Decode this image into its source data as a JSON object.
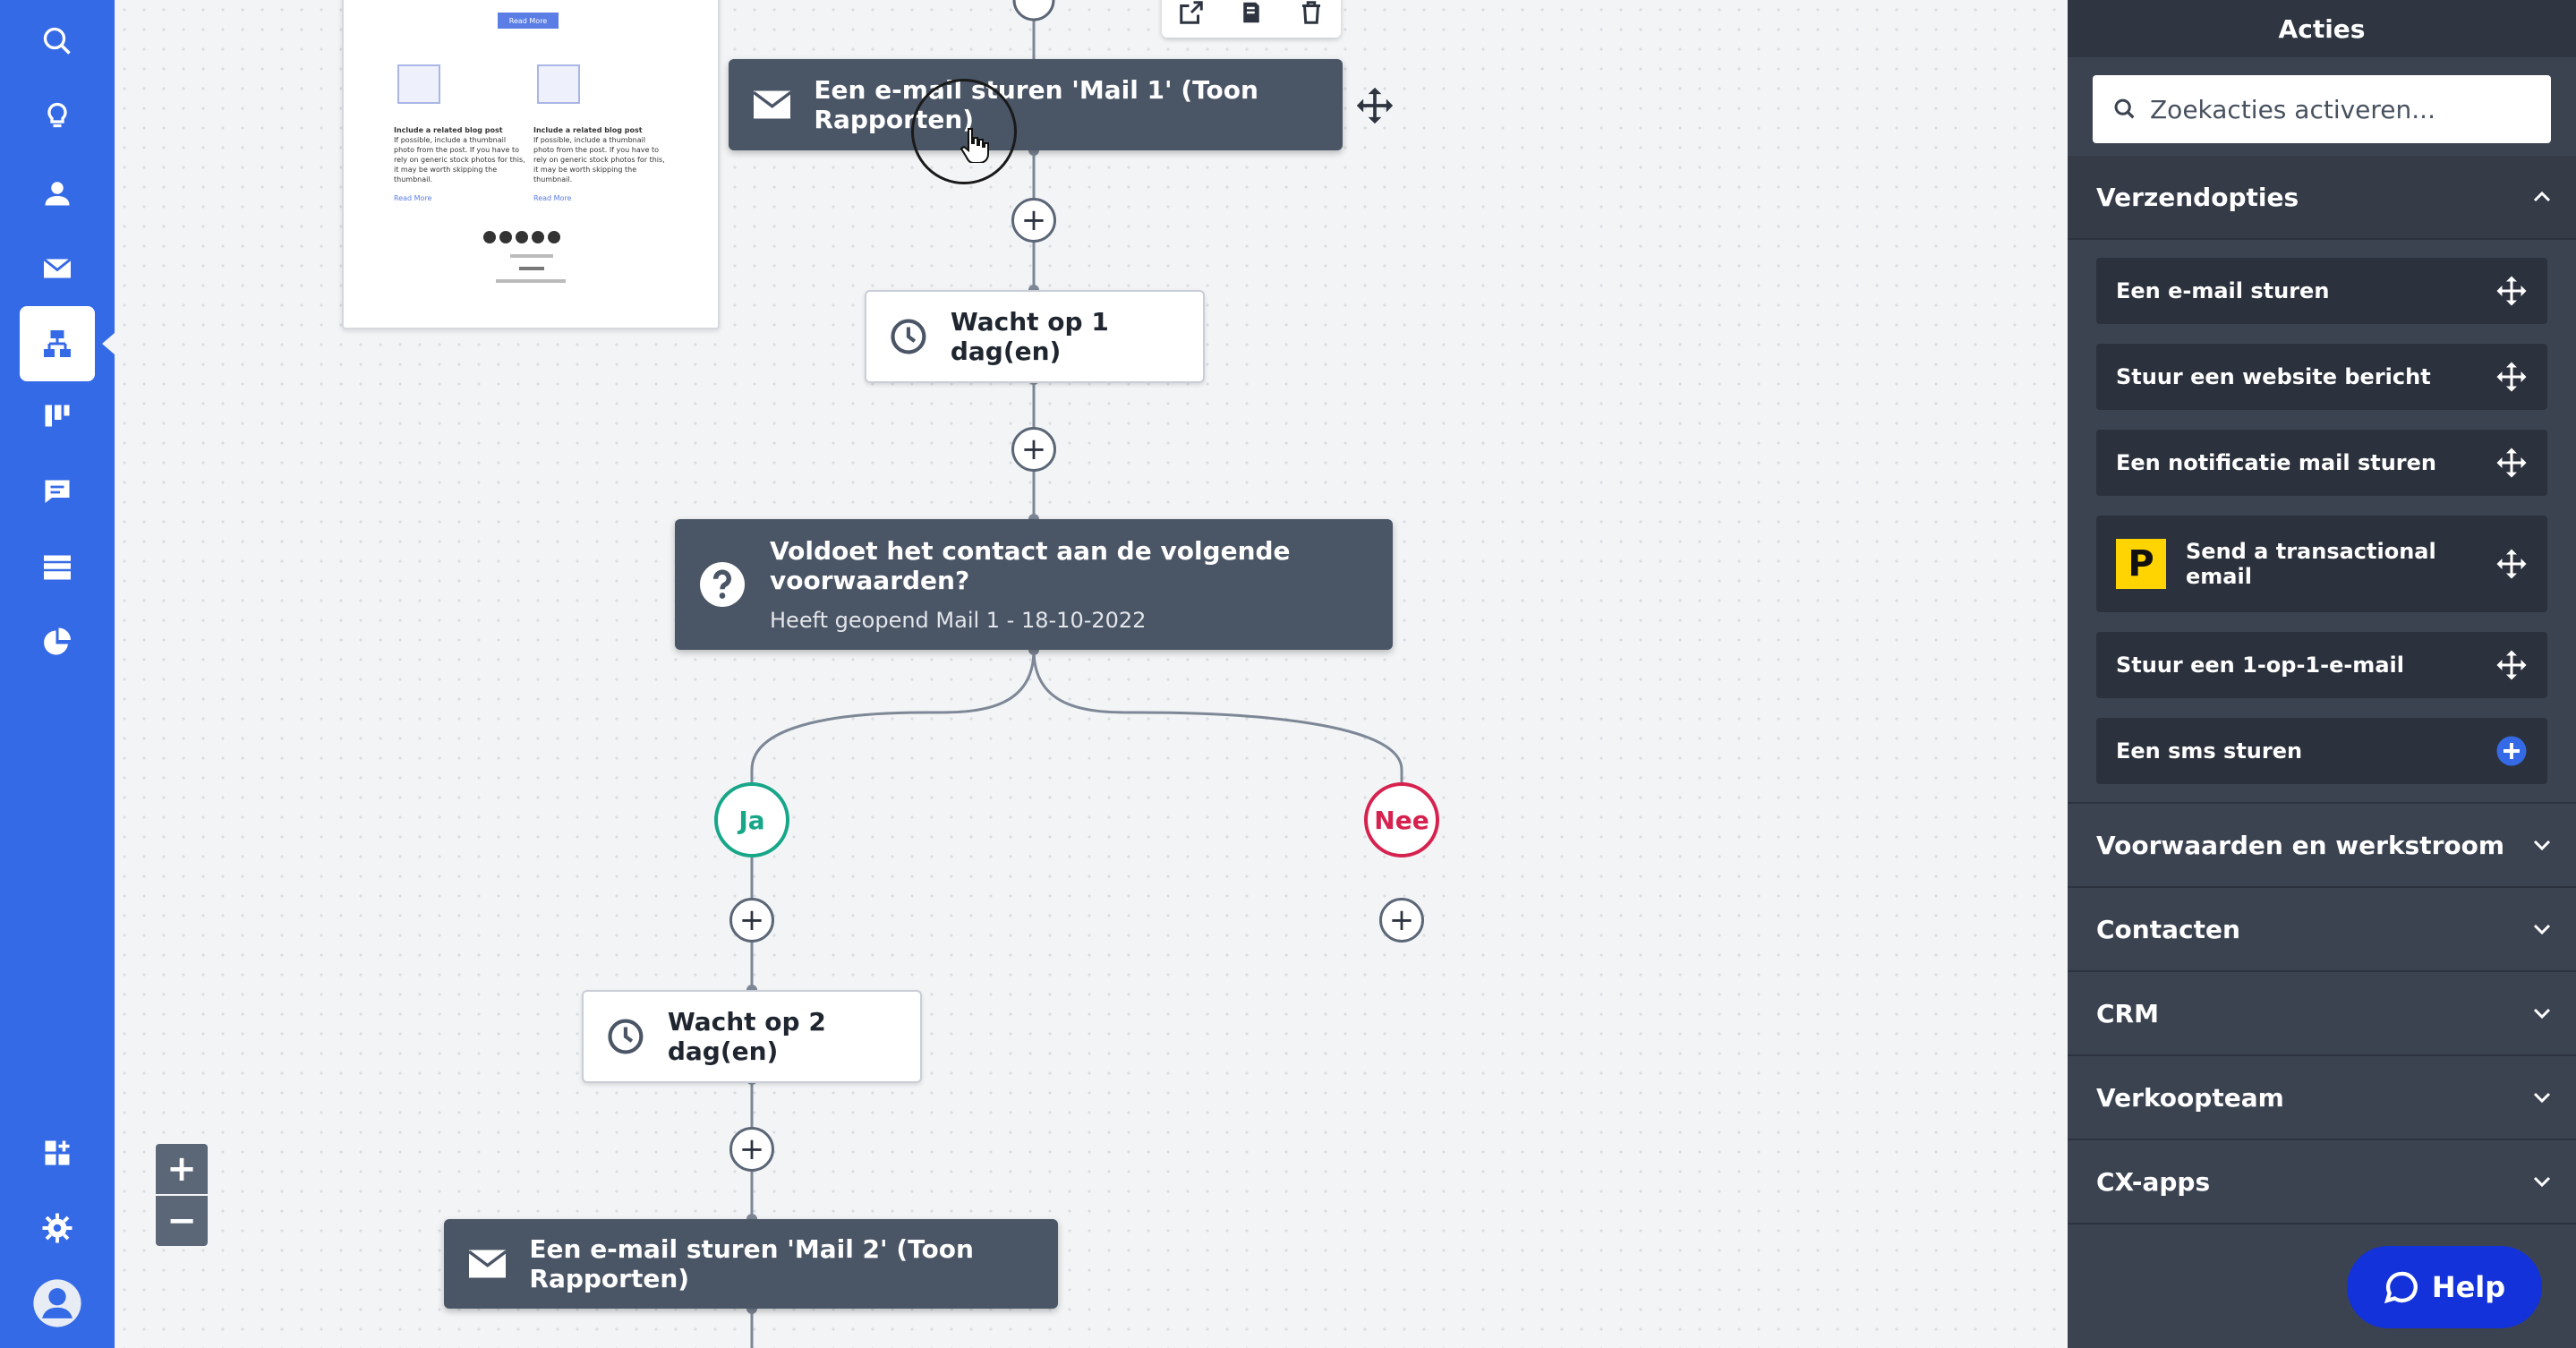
{
  "canvas": {
    "nodes": {
      "mail1": {
        "label": "Een e-mail sturen 'Mail 1' (Toon Rapporten)"
      },
      "wait1": {
        "label": "Wacht op 1 dag(en)"
      },
      "condition": {
        "title": "Voldoet het contact aan de volgende voorwaarden?",
        "subtitle": "Heeft geopend Mail 1 - 18-10-2022"
      },
      "branch_yes": {
        "label": "Ja"
      },
      "branch_no": {
        "label": "Nee"
      },
      "wait2": {
        "label": "Wacht op 2 dag(en)"
      },
      "mail2": {
        "label": "Een e-mail sturen 'Mail 2' (Toon Rapporten)"
      }
    },
    "preview": {
      "button_label": "Read More",
      "posts": [
        {
          "title": "Include a related blog post",
          "body": "If possible, include a thumbnail photo from the post. If you have to rely on generic stock photos for this, it may be worth skipping the thumbnail.",
          "link": "Read More"
        },
        {
          "title": "Include a related blog post",
          "body": "If possible, include a thumbnail photo from the post. If you have to rely on generic stock photos for this, it may be worth skipping the thumbnail.",
          "link": "Read More"
        }
      ]
    },
    "zoom": {
      "in": "+",
      "out": "−"
    }
  },
  "panel": {
    "title": "Acties",
    "search_placeholder": "Zoekacties activeren...",
    "sections": [
      {
        "label": "Verzendopties",
        "expanded": true
      },
      {
        "label": "Voorwaarden en werkstroom"
      },
      {
        "label": "Contacten"
      },
      {
        "label": "CRM"
      },
      {
        "label": "Verkoopteam"
      },
      {
        "label": "CX-apps"
      }
    ],
    "actions": [
      {
        "label": "Een e-mail sturen",
        "icon": "move-icon"
      },
      {
        "label": "Stuur een website bericht",
        "icon": "move-icon"
      },
      {
        "label": "Een notificatie mail sturen",
        "icon": "move-icon"
      },
      {
        "label": "Send a transactional email",
        "icon": "move-icon",
        "badge": "P"
      },
      {
        "label": "Stuur een 1-op-1-e-mail",
        "icon": "move-icon"
      },
      {
        "label": "Een sms sturen",
        "icon": "add-icon"
      }
    ],
    "help_label": "Help"
  },
  "colors": {
    "nav_blue": "#356ae6",
    "yes_green": "#18a689",
    "no_red": "#d6224e",
    "node_dark": "#4a5566",
    "help_blue": "#1432d9",
    "badge_yellow": "#ffd400"
  }
}
